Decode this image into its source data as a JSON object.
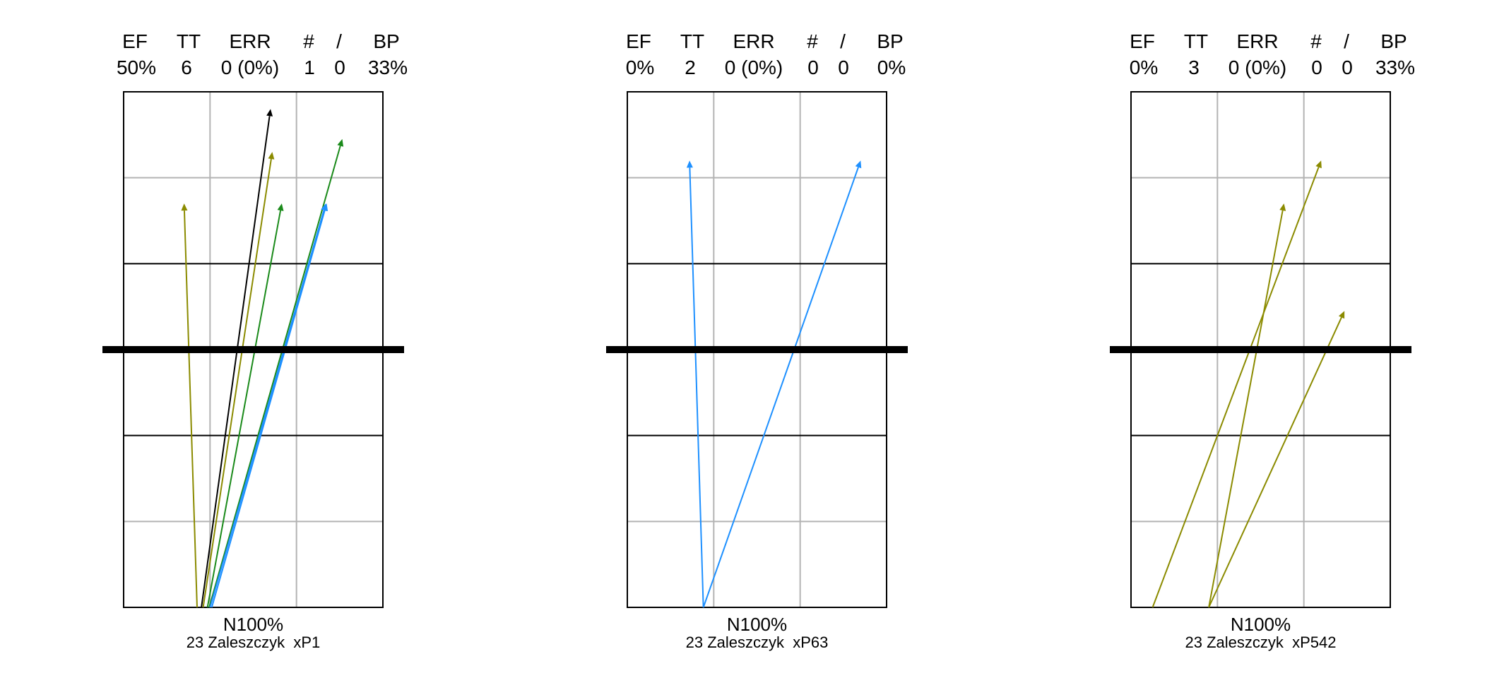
{
  "colors": {
    "court_frame": "#000000",
    "grid": "#b3b3b3",
    "net": "#000000",
    "black": "#000000",
    "olive": "#8b8b00",
    "green": "#1a8a1a",
    "blue": "#1e90ff"
  },
  "chart_data": [
    {
      "type": "other",
      "stats_headers": [
        "EF",
        "TT",
        "ERR",
        "#",
        "/",
        "BP"
      ],
      "stats_values": [
        "50%",
        "6",
        "0 (0%)",
        "1",
        "0",
        "33%"
      ],
      "footer_main": "N100%",
      "footer_sub": "23 Zaleszczyk  xP1",
      "court": {
        "x": [
          0,
          3
        ],
        "y": [
          0,
          6
        ]
      },
      "arrows": [
        {
          "color": "olive",
          "from": [
            0.85,
            0
          ],
          "to": [
            0.7,
            4.7
          ]
        },
        {
          "color": "black",
          "from": [
            0.9,
            0
          ],
          "to": [
            1.7,
            5.8
          ]
        },
        {
          "color": "olive",
          "from": [
            0.92,
            0
          ],
          "to": [
            1.72,
            5.3
          ]
        },
        {
          "color": "green",
          "from": [
            0.97,
            0
          ],
          "to": [
            1.83,
            4.7
          ]
        },
        {
          "color": "green",
          "from": [
            0.99,
            0
          ],
          "to": [
            2.53,
            5.45
          ]
        },
        {
          "color": "blue",
          "from": [
            1.0,
            0
          ],
          "to": [
            2.34,
            4.7
          ]
        },
        {
          "color": "blue",
          "from": [
            1.02,
            0
          ],
          "to": [
            2.35,
            4.7
          ]
        }
      ]
    },
    {
      "type": "other",
      "stats_headers": [
        "EF",
        "TT",
        "ERR",
        "#",
        "/",
        "BP"
      ],
      "stats_values": [
        "0%",
        "2",
        "0 (0%)",
        "0",
        "0",
        "0%"
      ],
      "footer_main": "N100%",
      "footer_sub": "23 Zaleszczyk  xP63",
      "court": {
        "x": [
          0,
          3
        ],
        "y": [
          0,
          6
        ]
      },
      "arrows": [
        {
          "color": "blue",
          "from": [
            0.88,
            0
          ],
          "to": [
            0.72,
            5.2
          ]
        },
        {
          "color": "blue",
          "from": [
            0.88,
            0
          ],
          "to": [
            2.7,
            5.2
          ]
        }
      ]
    },
    {
      "type": "other",
      "stats_headers": [
        "EF",
        "TT",
        "ERR",
        "#",
        "/",
        "BP"
      ],
      "stats_values": [
        "0%",
        "3",
        "0 (0%)",
        "0",
        "0",
        "33%"
      ],
      "footer_main": "N100%",
      "footer_sub": "23 Zaleszczyk  xP542",
      "court": {
        "x": [
          0,
          3
        ],
        "y": [
          0,
          6
        ]
      },
      "arrows": [
        {
          "color": "olive",
          "from": [
            0.25,
            0
          ],
          "to": [
            2.2,
            5.2
          ]
        },
        {
          "color": "olive",
          "from": [
            0.9,
            0
          ],
          "to": [
            1.77,
            4.7
          ]
        },
        {
          "color": "olive",
          "from": [
            0.9,
            0
          ],
          "to": [
            2.47,
            3.45
          ]
        }
      ]
    }
  ]
}
